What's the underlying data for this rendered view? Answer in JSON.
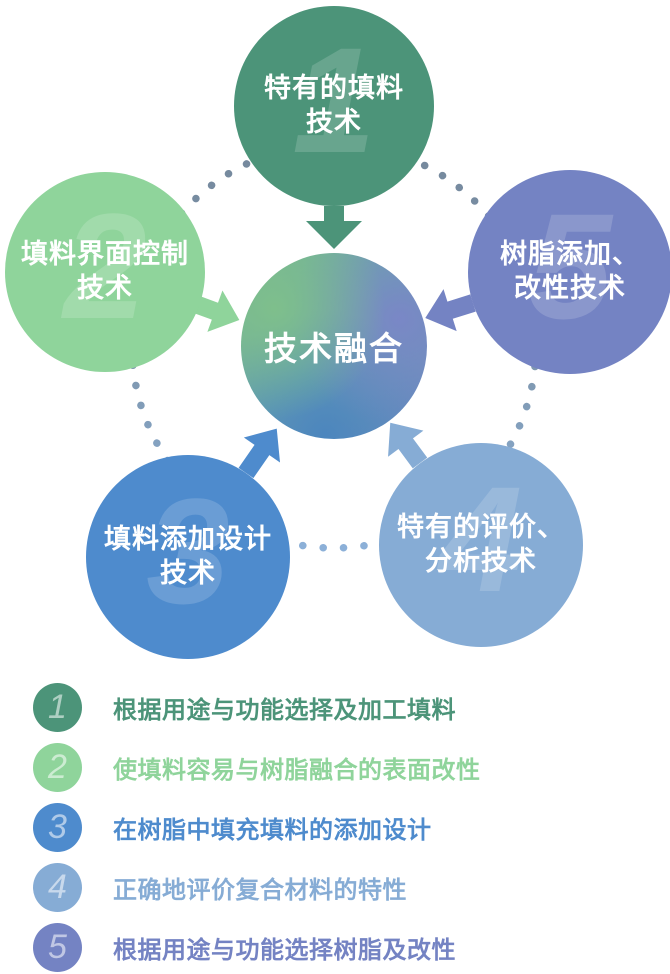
{
  "colors": {
    "node1": "#4C9479",
    "node2": "#8FD49B",
    "node3": "#4E8BCD",
    "node4": "#86ACD5",
    "node5": "#7483C3",
    "dot_top": "#75889C",
    "dot_bottom": "#8CB0D8",
    "center_green": "#7FC08B",
    "center_purple": "#7B85C8",
    "center_blue": "#4A85BE"
  },
  "diagram": {
    "center_label": "技术融合",
    "nodes": [
      {
        "number": "1",
        "line1": "特有的填料",
        "line2": "技术"
      },
      {
        "number": "2",
        "line1": "填料界面控制",
        "line2": "技术"
      },
      {
        "number": "3",
        "line1": "填料添加设计",
        "line2": "技术"
      },
      {
        "number": "4",
        "line1": "特有的评价、",
        "line2": "分析技术"
      },
      {
        "number": "5",
        "line1": "树脂添加、",
        "line2": "改性技术"
      }
    ]
  },
  "legend": {
    "items": [
      {
        "number": "1",
        "text": "根据用途与功能选择及加工填料"
      },
      {
        "number": "2",
        "text": "使填料容易与树脂融合的表面改性"
      },
      {
        "number": "3",
        "text": "在树脂中填充填料的添加设计"
      },
      {
        "number": "4",
        "text": "正确地评价复合材料的特性"
      },
      {
        "number": "5",
        "text": "根据用途与功能选择树脂及改性"
      }
    ]
  }
}
